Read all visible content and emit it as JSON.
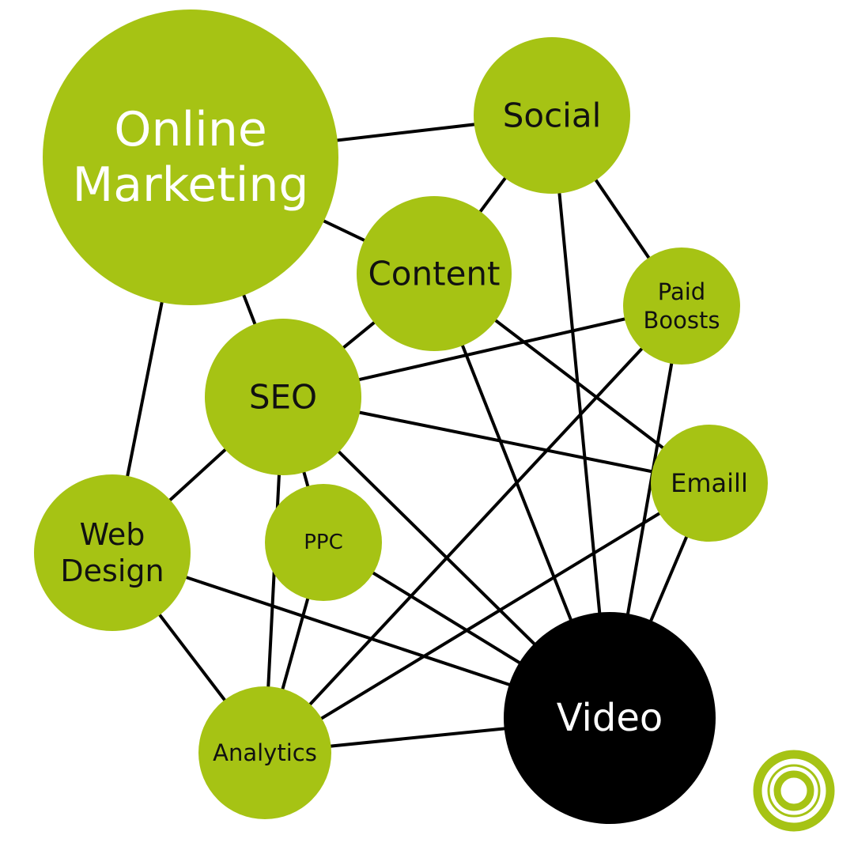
{
  "colors": {
    "node_fill": "#a6c314",
    "highlight_fill": "#000000",
    "edge": "#000000",
    "text_dark": "#111111",
    "text_light": "#ffffff",
    "background": "#ffffff"
  },
  "nodes": {
    "online_marketing": {
      "lines": [
        "Online",
        "Marketing"
      ]
    },
    "social": {
      "lines": [
        "Social"
      ]
    },
    "content": {
      "lines": [
        "Content"
      ]
    },
    "paid_boosts": {
      "lines": [
        "Paid",
        "Boosts"
      ]
    },
    "seo": {
      "lines": [
        "SEO"
      ]
    },
    "email": {
      "lines": [
        "Emaill"
      ]
    },
    "web_design": {
      "lines": [
        "Web",
        "Design"
      ]
    },
    "ppc": {
      "lines": [
        "PPC"
      ]
    },
    "analytics": {
      "lines": [
        "Analytics"
      ]
    },
    "video": {
      "lines": [
        "Video"
      ]
    }
  },
  "edges": [
    [
      "online_marketing",
      "social"
    ],
    [
      "online_marketing",
      "content"
    ],
    [
      "online_marketing",
      "seo"
    ],
    [
      "online_marketing",
      "web_design"
    ],
    [
      "social",
      "content"
    ],
    [
      "social",
      "paid_boosts"
    ],
    [
      "social",
      "video"
    ],
    [
      "content",
      "seo"
    ],
    [
      "content",
      "email"
    ],
    [
      "content",
      "video"
    ],
    [
      "paid_boosts",
      "seo"
    ],
    [
      "paid_boosts",
      "analytics"
    ],
    [
      "paid_boosts",
      "video"
    ],
    [
      "seo",
      "email"
    ],
    [
      "seo",
      "web_design"
    ],
    [
      "seo",
      "ppc"
    ],
    [
      "seo",
      "analytics"
    ],
    [
      "seo",
      "video"
    ],
    [
      "email",
      "analytics"
    ],
    [
      "email",
      "video"
    ],
    [
      "web_design",
      "analytics"
    ],
    [
      "web_design",
      "video"
    ],
    [
      "ppc",
      "analytics"
    ],
    [
      "ppc",
      "video"
    ],
    [
      "analytics",
      "video"
    ]
  ],
  "logo": {
    "icon": "ring-logo-icon",
    "color": "#a6c314"
  }
}
